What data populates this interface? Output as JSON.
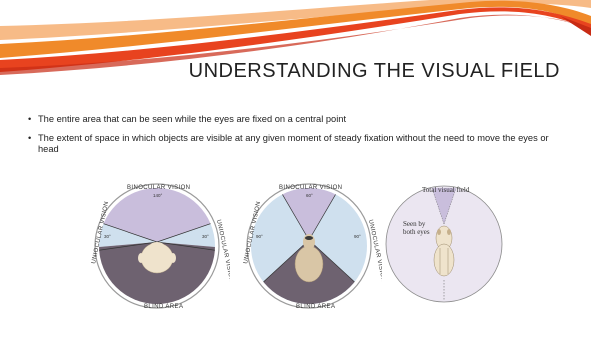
{
  "slide": {
    "title": "UNDERSTANDING THE VISUAL FIELD",
    "bullets": [
      "The entire area that can be seen while the eyes are fixed on a central point",
      "The extent of space in which objects are visible at any given moment of steady fixation without the need to move the eyes or head"
    ]
  },
  "figures": {
    "left": {
      "top_label": "BINOCULAR VISION",
      "top_angle": "140°",
      "left_label": "UNIOCULAR VISION",
      "right_label": "UNIOCULAR VISION",
      "left_angle": "30°",
      "right_angle": "30°",
      "bottom_label": "BLIND AREA"
    },
    "middle": {
      "top_label": "BINOCULAR VISION",
      "top_angle": "60°",
      "left_label": "UNIOCULAR VISION",
      "right_label": "UNIOCULAR VISION",
      "left_angle": "90°",
      "right_angle": "90°",
      "bottom_label": "BLIND AREA"
    },
    "right": {
      "top_label": "Total visual field",
      "seen_label": "Seen by both eyes"
    }
  },
  "colors": {
    "accent_red": "#e8431f",
    "accent_orange": "#f39a2b",
    "binocular": "#c9bedc",
    "uniocular": "#cfe0ee",
    "blind": "#6e6270",
    "skin": "#efe3cc",
    "outline": "#8a8a8a"
  }
}
